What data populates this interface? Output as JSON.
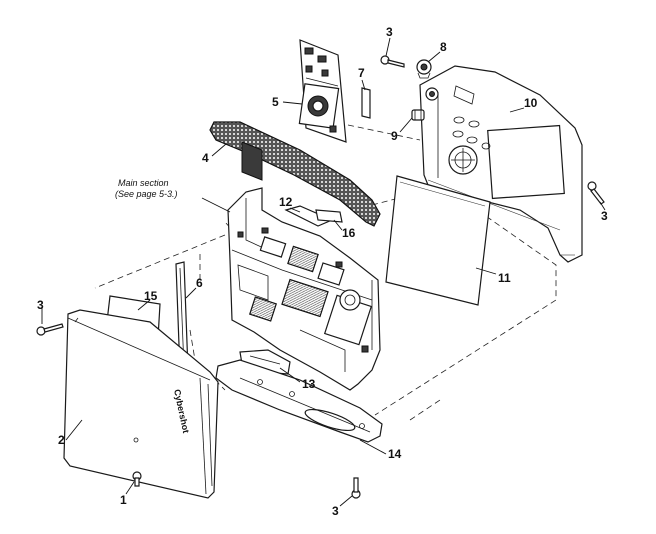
{
  "diagram": {
    "note": {
      "line1": "Main section",
      "line2": "(See page 5-3.)"
    },
    "callouts": {
      "c1": "1",
      "c2": "2",
      "c3a": "3",
      "c3b": "3",
      "c3c": "3",
      "c3d": "3",
      "c4": "4",
      "c5": "5",
      "c6": "6",
      "c7": "7",
      "c8": "8",
      "c9": "9",
      "c10": "10",
      "c11": "11",
      "c12": "12",
      "c13": "13",
      "c14": "14",
      "c15": "15",
      "c16": "16"
    },
    "brand_mark": "Cybershot"
  }
}
